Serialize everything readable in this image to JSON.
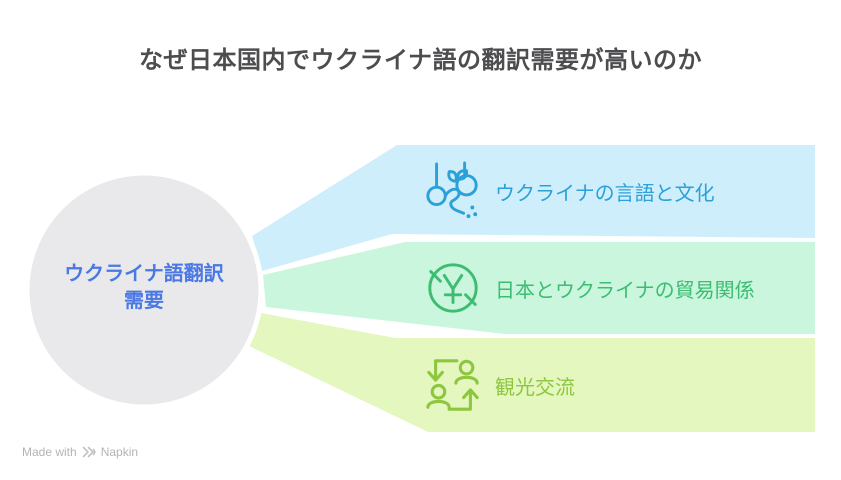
{
  "title": "なぜ日本国内でウクライナ語の翻訳需要が高いのか",
  "center": {
    "label_line1": "ウクライナ語翻訳",
    "label_line2": "需要",
    "bg": "#e9e9eb",
    "text_color": "#4a78e4"
  },
  "branches": [
    {
      "label": "ウクライナの言語と文化",
      "icon": "folk-art-icon",
      "bg": "#cfeefb",
      "color": "#2ba0d9"
    },
    {
      "label": "日本とウクライナの貿易関係",
      "icon": "yen-coin-icon",
      "bg": "#c9f6dc",
      "color": "#3dbd72"
    },
    {
      "label": "観光交流",
      "icon": "people-exchange-icon",
      "bg": "#e4f7bf",
      "color": "#8ec63f"
    }
  ],
  "footer": {
    "made_with": "Made with",
    "brand": "Napkin"
  }
}
